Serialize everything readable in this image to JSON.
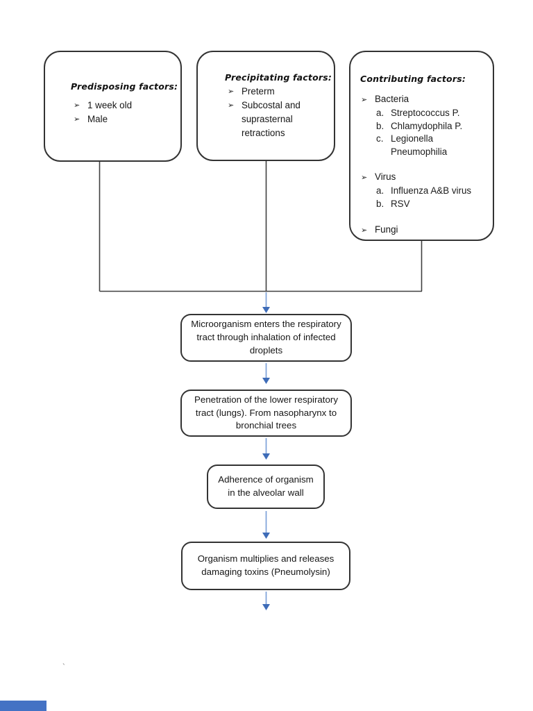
{
  "colors": {
    "box_border": "#333333",
    "connector_line": "#3f3f3f",
    "arrow_shaft": "#7ca1d8",
    "arrow_head": "#3e6cb8",
    "artifact_blue": "#4472c4"
  },
  "bullet_glyph": "➢",
  "letters": [
    "a.",
    "b.",
    "c."
  ],
  "factors": {
    "predisposing": {
      "title": "Predisposing factors:",
      "items": [
        "1 week old",
        "Male"
      ]
    },
    "precipitating": {
      "title": "Precipitating factors:",
      "items": [
        "Preterm",
        "Subcostal and suprasternal retractions"
      ]
    },
    "contributing": {
      "title": "Contributing factors:",
      "groups": [
        {
          "label": "Bacteria",
          "children": [
            "Streptococcus P.",
            "Chlamydophila P.",
            "Legionella Pneumophilia"
          ]
        },
        {
          "label": "Virus",
          "children": [
            "Influenza A&B virus",
            "RSV"
          ]
        },
        {
          "label": "Fungi",
          "children": []
        }
      ]
    }
  },
  "steps": [
    {
      "text": "Microorganism enters the respiratory tract through inhalation of infected droplets"
    },
    {
      "text": "Penetration of the lower respiratory tract (lungs). From nasopharynx to bronchial trees"
    },
    {
      "text": "Adherence of organism in the alveolar wall"
    },
    {
      "text": "Organism multiplies and releases damaging toxins (Pneumolysin)"
    }
  ],
  "stray_mark": "`"
}
